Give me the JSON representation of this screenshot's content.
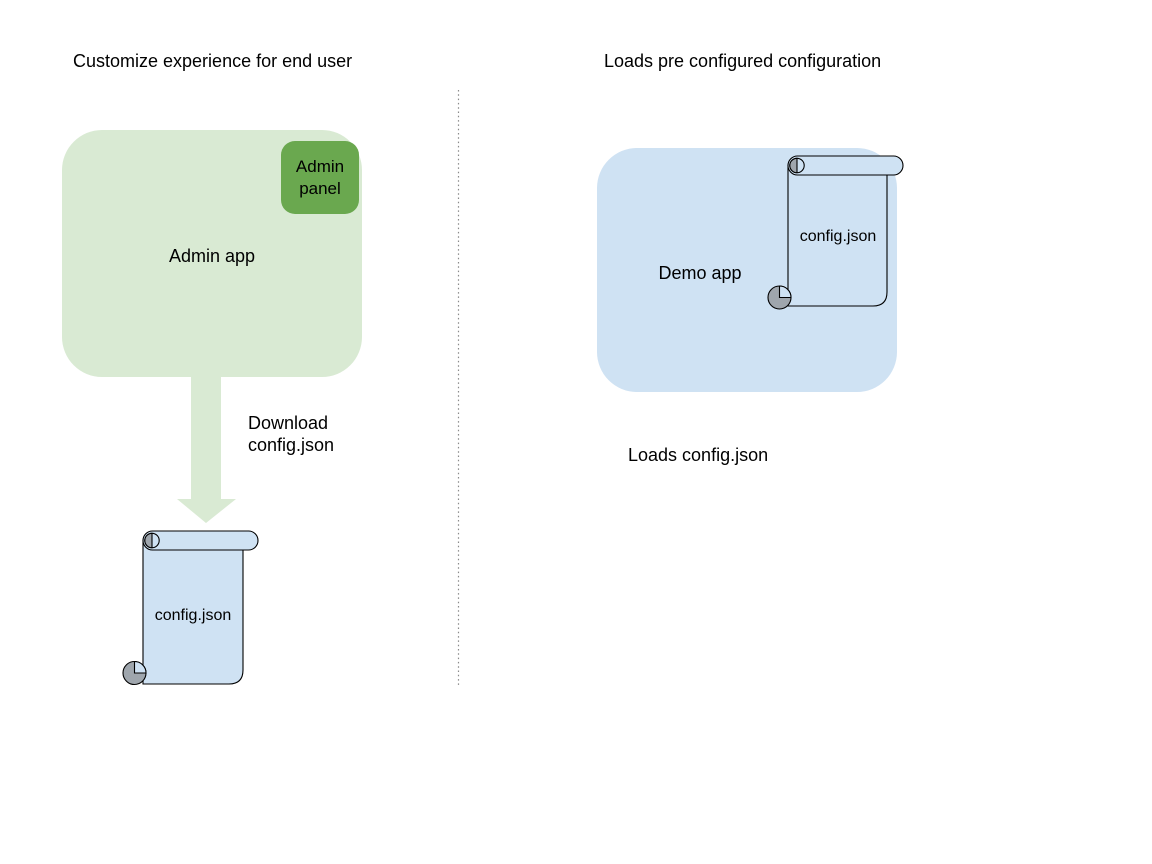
{
  "diagram": {
    "left": {
      "title": "Customize experience for end user",
      "admin_app_label": "Admin app",
      "admin_panel_label": "Admin panel",
      "download_caption": "Download config.json",
      "config_file_label": "config.json"
    },
    "right": {
      "title": "Loads pre configured configuration",
      "demo_app_label": "Demo app",
      "config_file_label": "config.json",
      "caption": "Loads config.json"
    },
    "colors": {
      "app_box_light_green": "#d9ead3",
      "admin_panel_green": "#6aa84f",
      "file_scroll_light_blue": "#cfe2f3",
      "arrow_light_green": "#d9ead3",
      "divider_gray": "#8a8a8a",
      "scroll_curl_gray": "#9fa6ad",
      "shape_outline": "#000000",
      "text_color": "#000000"
    }
  }
}
